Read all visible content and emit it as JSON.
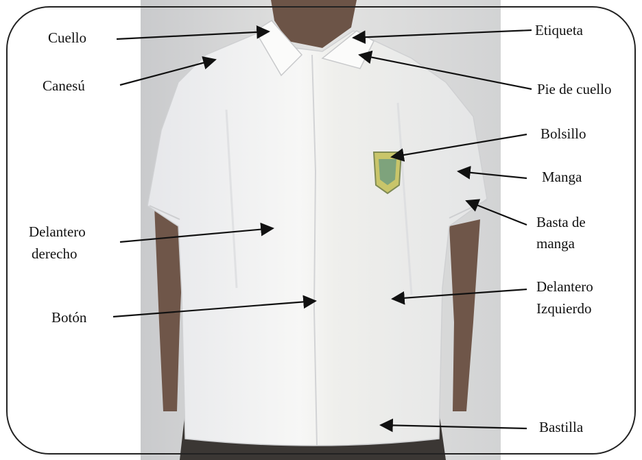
{
  "labels": {
    "cuello": "Cuello",
    "canesu": "Canesú",
    "delantero_derecho_1": "Delantero",
    "delantero_derecho_2": "derecho",
    "boton": "Botón",
    "etiqueta": "Etiqueta",
    "pie_de_cuello": "Pie de cuello",
    "bolsillo": "Bolsillo",
    "manga": "Manga",
    "basta_de_manga_1": "Basta de",
    "basta_de_manga_2": "manga",
    "delantero_izquierdo_1": "Delantero",
    "delantero_izquierdo_2": "Izquierdo",
    "bastilla": "Bastilla"
  },
  "colors": {
    "frame": "#222222",
    "arrow": "#111111",
    "shirt": "#f1f1ef",
    "background_wall": "#d9dadc",
    "pants": "#3b3734"
  }
}
